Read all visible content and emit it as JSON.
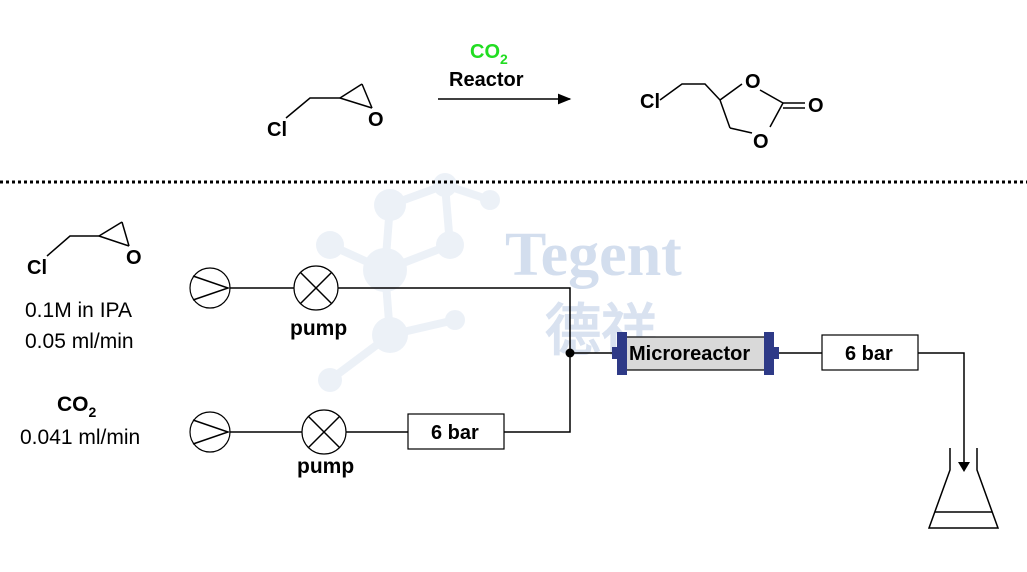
{
  "reaction": {
    "reagent_main": "CO",
    "reagent_sub": "2",
    "reagent_color": "#22dd22",
    "condition": "Reactor"
  },
  "atoms": {
    "cl": "Cl",
    "o": "O"
  },
  "watermark": {
    "text": "Tegent",
    "cjk": "德祥",
    "color": "#c9d6ea"
  },
  "feed1": {
    "line1": "0.1M in IPA",
    "line2": "0.05 ml/min",
    "pump_label": "pump"
  },
  "feed2": {
    "species_main": "CO",
    "species_sub": "2",
    "flow": "0.041 ml/min",
    "pump_label": "pump",
    "bpr_label": "6 bar"
  },
  "reactor": {
    "label": "Microreactor",
    "fill": "#d9d9d9",
    "cap_color": "#2e3a87"
  },
  "outlet": {
    "bpr_label": "6 bar"
  }
}
